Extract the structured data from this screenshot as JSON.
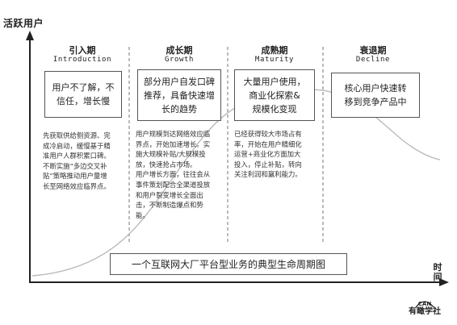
{
  "axes": {
    "y_label": "活跃用户",
    "x_label": "时间"
  },
  "stages": [
    {
      "cn": "引入期",
      "en": "Introduction",
      "box": [
        "用户不了解，不",
        "信任，增长慢"
      ],
      "desc": [
        "先获取供给侧资源、完",
        "成冷启动，缓慢基于精",
        "准用户人群积累口碑。",
        "不断实施“多边交叉补",
        "贴”策略推动用户量增",
        "长至网络效应临界点。"
      ]
    },
    {
      "cn": "成长期",
      "en": "Growth",
      "box": [
        "部分用户自发口碑",
        "推荐，具备快速增",
        "长的趋势"
      ],
      "desc": [
        "用户规模到达网络效应临",
        "界点，开始加速增长。实",
        "施大规模补贴/大规模投",
        "放，快速抢占市场。",
        "用户增长方面，往往会从",
        "事件策划配合全渠道投放",
        "和用户裂变增长全面出",
        "击，不断制造爆点和势",
        "能。"
      ]
    },
    {
      "cn": "成熟期",
      "en": "Maturity",
      "box": [
        "大量用户使用，",
        "商业化探索&",
        "规模化变现"
      ],
      "desc": [
        "已经获得较大市场占有",
        "率，开始在用户精细化",
        "运营+商业化方面加大",
        "投入，停止补贴，转向",
        "关注利润和赢利能力。"
      ]
    },
    {
      "cn": "衰退期",
      "en": "Decline",
      "box": [
        "核心用户快速转",
        "移到竞争产品中"
      ],
      "desc": []
    }
  ],
  "banner": "一个互联网大厂平台型业务的典型生命周期图",
  "logo": {
    "top": "CAN",
    "name": "有瞰学社"
  }
}
